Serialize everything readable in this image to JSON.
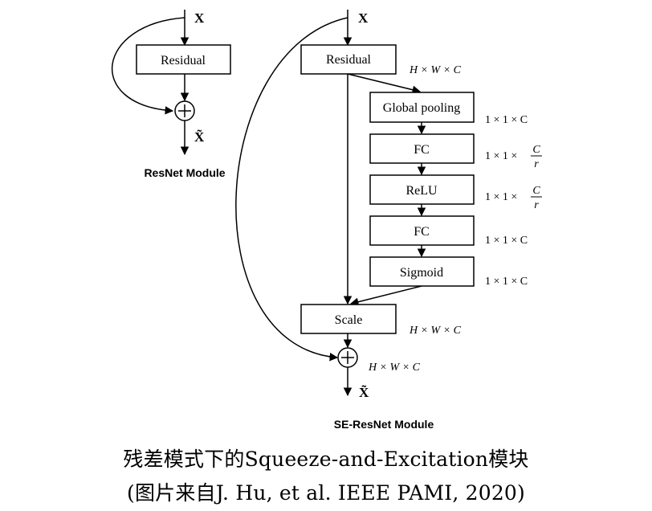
{
  "resnet": {
    "input": "X",
    "residual": "Residual",
    "output": "X̃",
    "label": "ResNet Module"
  },
  "senet": {
    "input": "X",
    "residual": "Residual",
    "global_pooling": "Global pooling",
    "fc1": "FC",
    "relu": "ReLU",
    "fc2": "FC",
    "sigmoid": "Sigmoid",
    "scale": "Scale",
    "output": "X̃",
    "label": "SE-ResNet Module",
    "dims": {
      "residual": "H × W × C",
      "global_pooling": "1 × 1 × C",
      "fc1_prefix": "1 × 1 ×",
      "fc1_num": "C",
      "fc1_den": "r",
      "relu_prefix": "1 × 1 ×",
      "relu_num": "C",
      "relu_den": "r",
      "fc2": "1 × 1 × C",
      "sigmoid": "1 × 1 × C",
      "scale": "H × W × C",
      "sum": "H × W × C"
    }
  },
  "caption": {
    "line1": "残差模式下的Squeeze-and-Excitation模块",
    "line2": "(图片来自J. Hu, et al. IEEE PAMI, 2020)"
  }
}
